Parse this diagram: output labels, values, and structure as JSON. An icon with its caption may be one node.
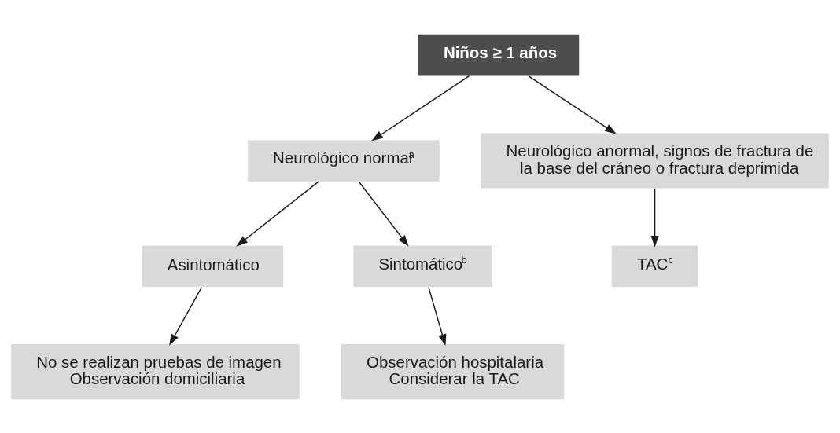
{
  "diagram": {
    "nodes": [
      {
        "text": [
          "Niños ≥ 1 años"
        ]
      },
      {
        "text": [
          "Neurológico normal$^{a}$"
        ]
      },
      {
        "text": [
          "Neurológico anormal, signos de fractura de la base del cráneo o fractura deprimida"
        ]
      },
      {
        "text": [
          "Asintomático"
        ]
      },
      {
        "text": [
          "Sintomático$^{b}$"
        ]
      },
      {
        "text": [
          "No se realizan pruebas de imagen",
          "Observación domiciliaria"
        ]
      },
      {
        "text": [
          "Observación hospitalaria",
          "Considerar la TAC"
        ]
      },
      {
        "text": [
          "TAC$^{c}$"
        ]
      }
    ],
    "edges": [
      {
        "from": 0,
        "to": 1,
        "arrow": "to"
      },
      {
        "from": 0,
        "to": 2,
        "arrow": "to"
      },
      {
        "from": 1,
        "to": 3,
        "arrow": "to"
      },
      {
        "from": 1,
        "to": 4,
        "arrow": "to"
      },
      {
        "from": 3,
        "to": 5,
        "arrow": "to"
      },
      {
        "from": 4,
        "to": 6,
        "arrow": "to"
      },
      {
        "from": 2,
        "to": 7,
        "arrow": "to"
      }
    ]
  }
}
